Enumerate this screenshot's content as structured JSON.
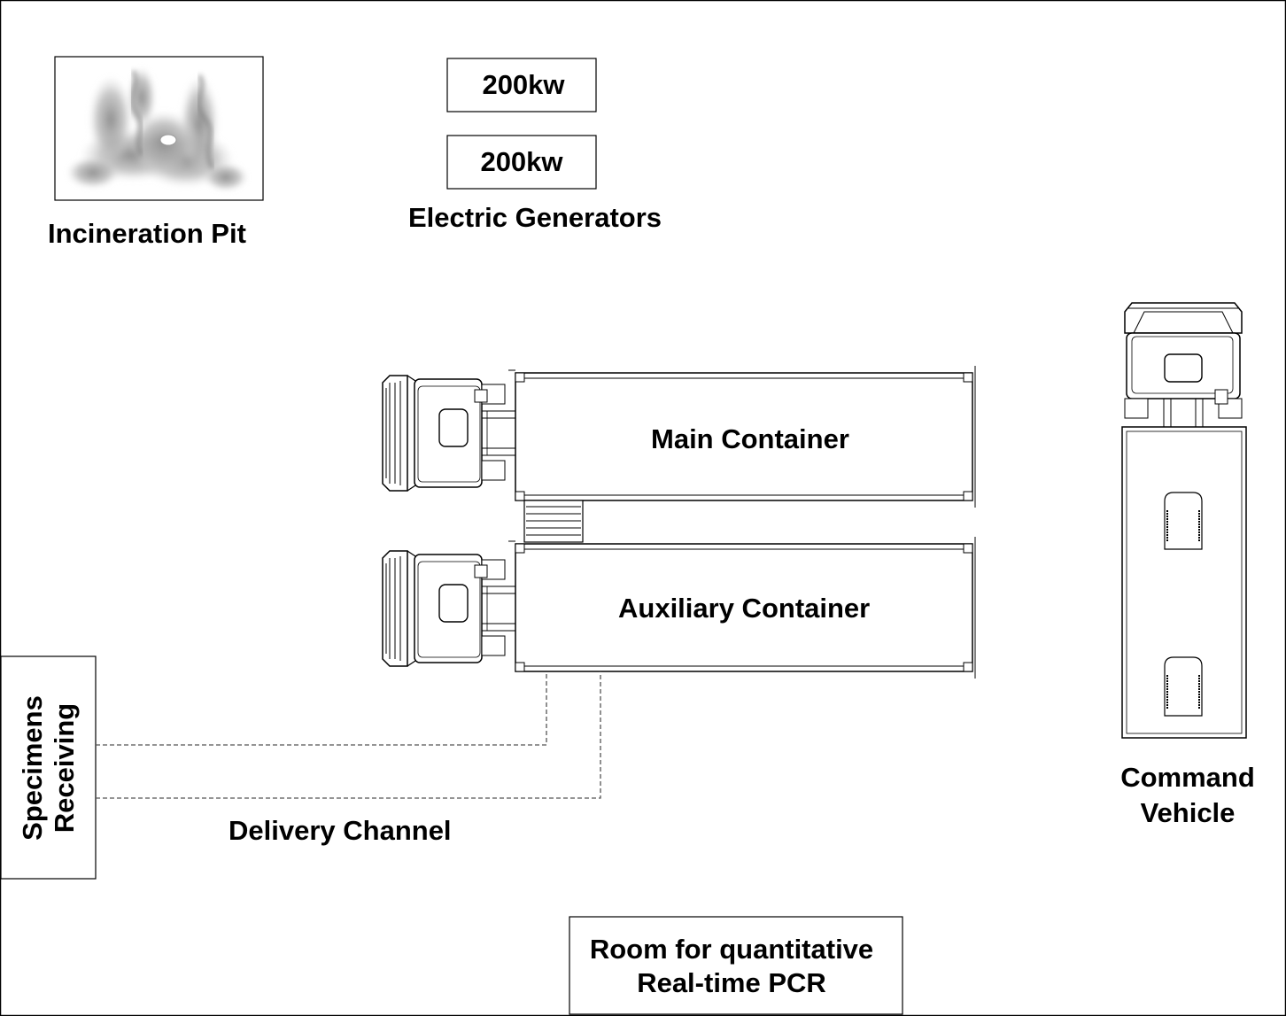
{
  "incineration_pit": {
    "label": "Incineration Pit"
  },
  "generators": {
    "label": "Electric Generators",
    "units": [
      {
        "label": "200kw"
      },
      {
        "label": "200kw"
      }
    ]
  },
  "main_container": {
    "label": "Main Container"
  },
  "auxiliary_container": {
    "label": "Auxiliary Container"
  },
  "specimens_receiving": {
    "line1": "Specimens",
    "line2": "Receiving"
  },
  "delivery_channel": {
    "label": "Delivery Channel"
  },
  "command_vehicle": {
    "line1": "Command",
    "line2": "Vehicle"
  },
  "pcr_room": {
    "line1": "Room for quantitative",
    "line2": "Real-time PCR"
  }
}
